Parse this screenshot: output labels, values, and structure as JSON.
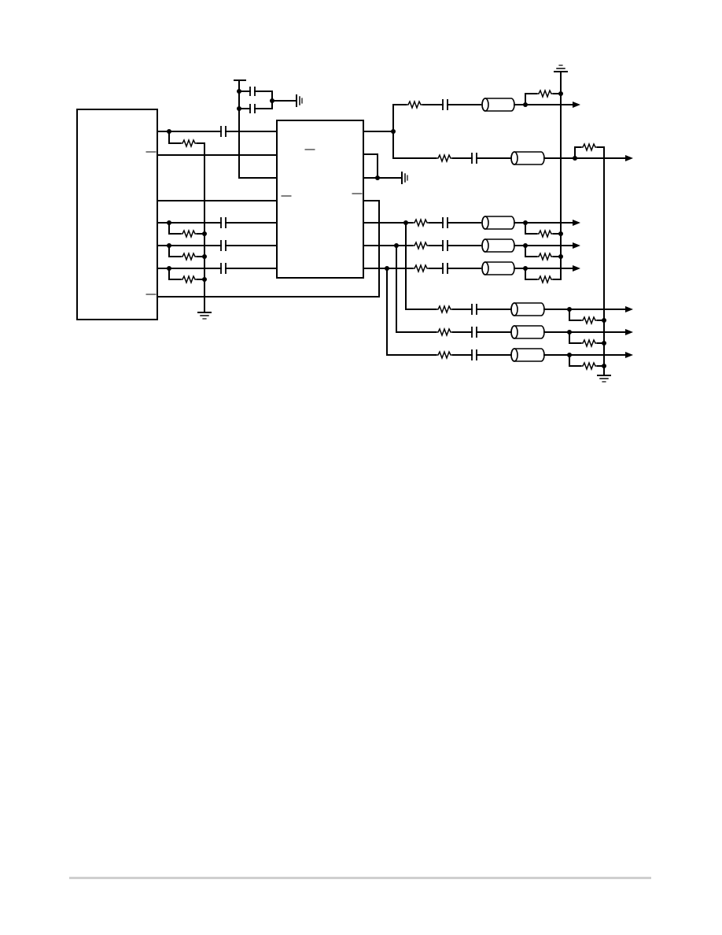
{
  "diagram": {
    "components": {
      "video_encoder": "video-encoder-block",
      "video_amplifier": "video-amplifier-block",
      "resistor": "resistor-symbol",
      "capacitor": "capacitor-symbol",
      "coax": "coax-cable-symbol",
      "ground": "ground-symbol",
      "output_arrow": "output-arrow"
    },
    "channels": {
      "upper_outputs": 3,
      "lower_outputs": 3,
      "top_outputs": 2
    }
  },
  "colors": {
    "wire": "#000000",
    "background": "#ffffff",
    "footer_rule": "#cfcfcf"
  }
}
